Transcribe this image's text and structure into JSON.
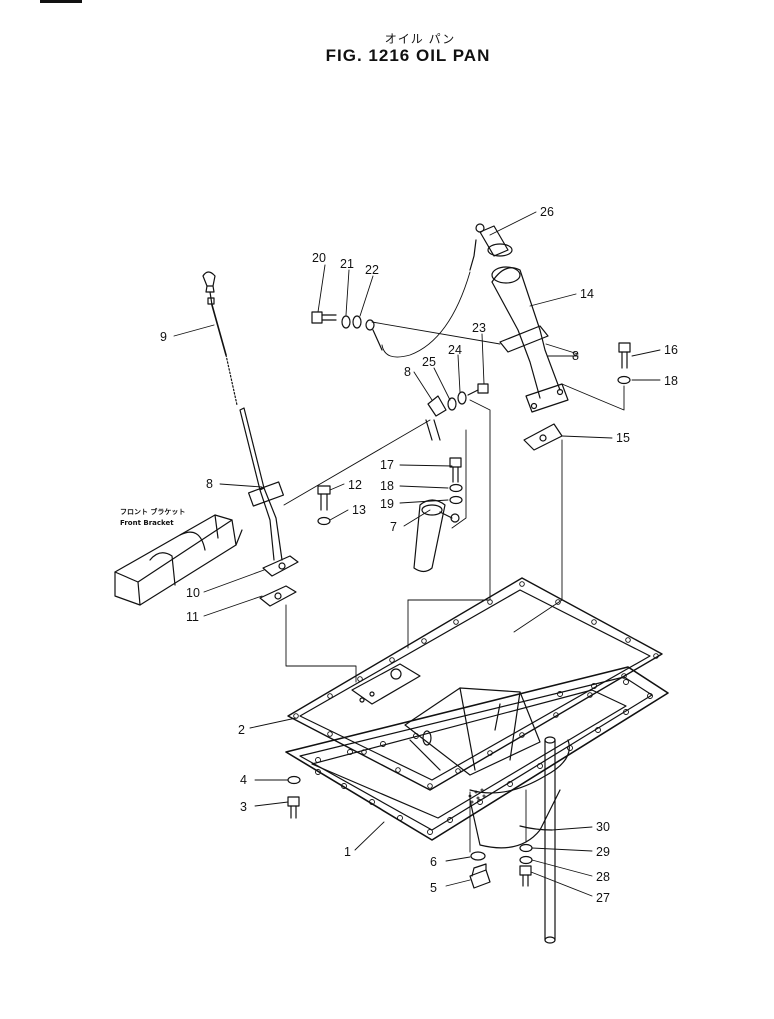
{
  "header": {
    "jp_title": "オイル パン",
    "fig_title": "FIG. 1216  OIL  PAN"
  },
  "callouts": {
    "front_bracket_jp": "フロント ブラケット",
    "front_bracket_en": "Front Bracket"
  },
  "parts": [
    {
      "no": "1"
    },
    {
      "no": "2"
    },
    {
      "no": "3"
    },
    {
      "no": "4"
    },
    {
      "no": "5"
    },
    {
      "no": "6"
    },
    {
      "no": "7"
    },
    {
      "no": "8"
    },
    {
      "no": "8"
    },
    {
      "no": "8"
    },
    {
      "no": "9"
    },
    {
      "no": "10"
    },
    {
      "no": "11"
    },
    {
      "no": "12"
    },
    {
      "no": "13"
    },
    {
      "no": "14"
    },
    {
      "no": "15"
    },
    {
      "no": "16"
    },
    {
      "no": "17"
    },
    {
      "no": "18"
    },
    {
      "no": "18"
    },
    {
      "no": "19"
    },
    {
      "no": "20"
    },
    {
      "no": "21"
    },
    {
      "no": "22"
    },
    {
      "no": "23"
    },
    {
      "no": "24"
    },
    {
      "no": "25"
    },
    {
      "no": "26"
    },
    {
      "no": "27"
    },
    {
      "no": "28"
    },
    {
      "no": "29"
    },
    {
      "no": "30"
    }
  ]
}
